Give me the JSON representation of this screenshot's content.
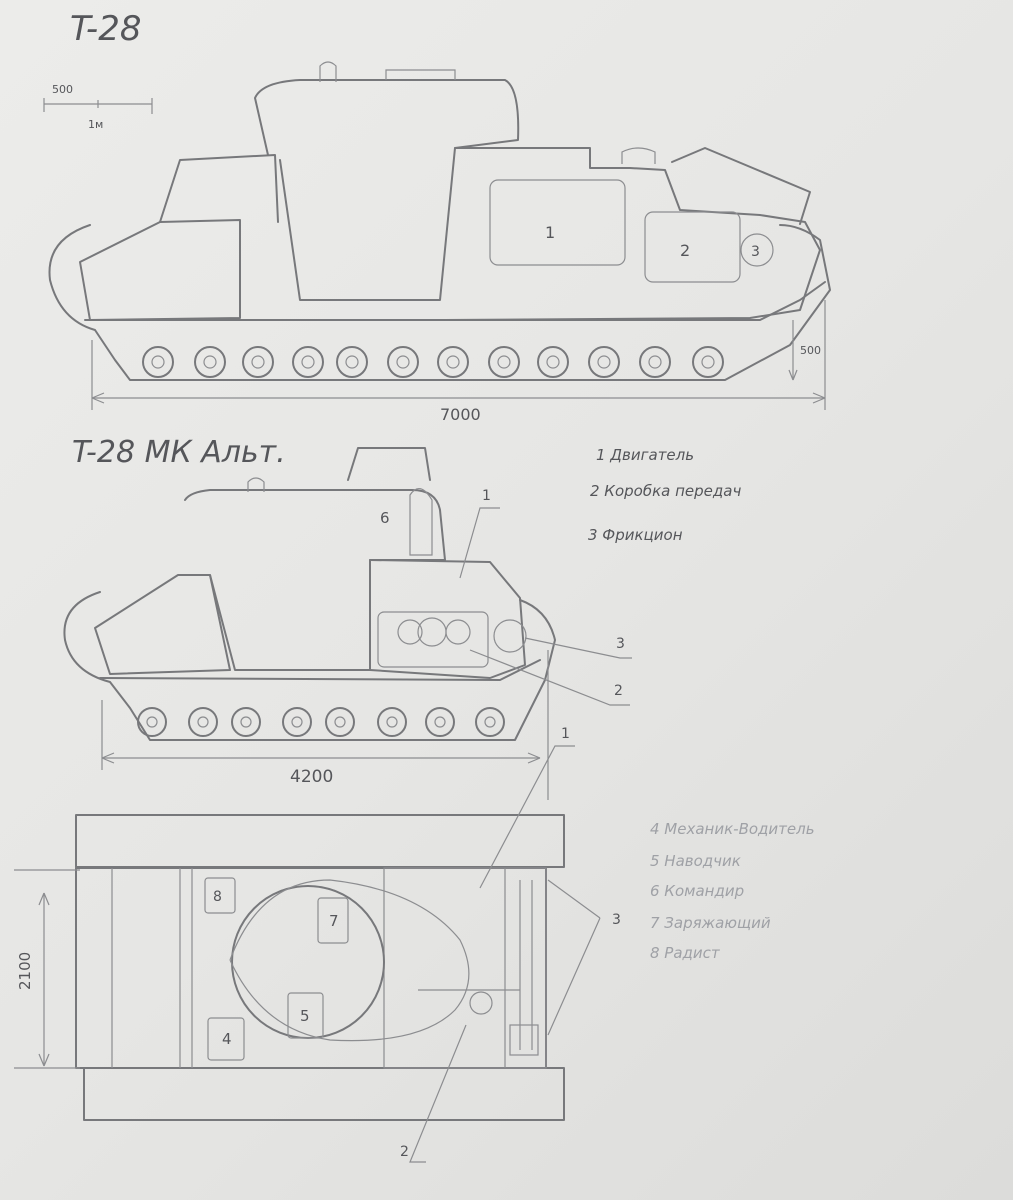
{
  "views": {
    "original": {
      "title": "T-28",
      "scale_a": "500",
      "scale_b": "1м",
      "length": "7000",
      "height_mark": "500",
      "callout_1": "1",
      "callout_2": "2",
      "callout_3": "3"
    },
    "variant": {
      "title": "T-28 МК Альт.",
      "length": "4200",
      "callout_1": "1",
      "callout_2": "2",
      "callout_3": "3",
      "crew_6": "6"
    },
    "top": {
      "width": "2100",
      "callout_1": "1",
      "callout_2": "2",
      "callout_3": "3",
      "crew_4": "4",
      "crew_5": "5",
      "crew_7": "7",
      "crew_8": "8"
    }
  },
  "legend_components": [
    "1 Двигатель",
    "2 Коробка передач",
    "3 Фрикцион"
  ],
  "legend_crew": [
    "4 Механик-Водитель",
    "5 Наводчик",
    "6 Командир",
    "7 Заряжающий",
    "8 Радист"
  ]
}
